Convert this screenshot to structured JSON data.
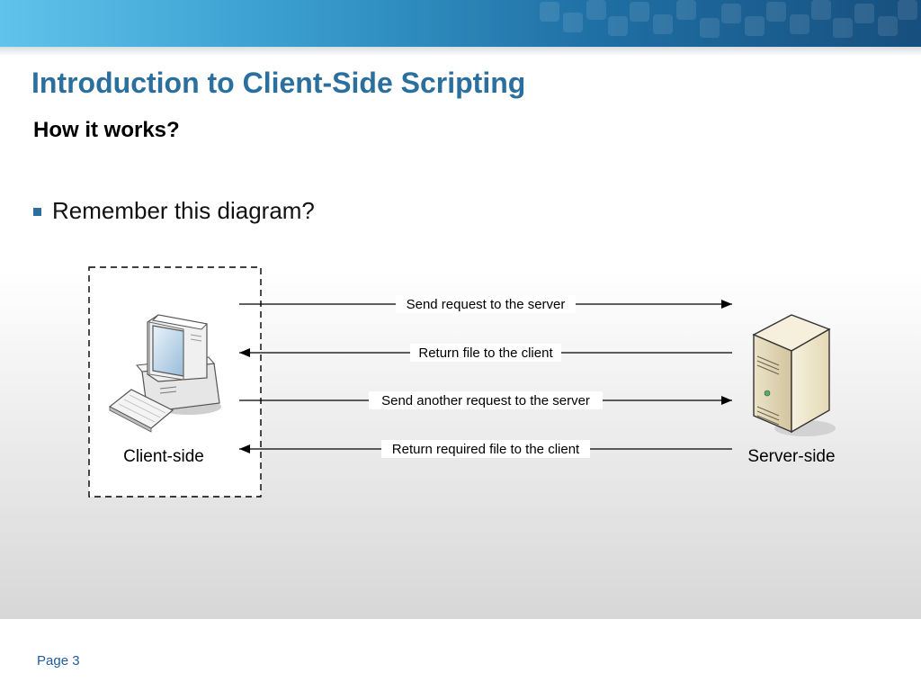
{
  "slide": {
    "title": "Introduction to Client-Side Scripting",
    "subtitle": "How it works?",
    "bullet": "Remember this diagram?"
  },
  "diagram": {
    "client_label": "Client-side",
    "server_label": "Server-side",
    "messages": [
      {
        "text": "Send request to the server",
        "direction": "to-server"
      },
      {
        "text": "Return file to the client",
        "direction": "to-client"
      },
      {
        "text": "Send another request to the server",
        "direction": "to-server"
      },
      {
        "text": "Return required file to the client",
        "direction": "to-client"
      }
    ],
    "icons": {
      "client": "desktop-computer-icon",
      "server": "server-tower-icon"
    }
  },
  "footer": {
    "page": "Page 3"
  },
  "colors": {
    "title": "#2a6f9d",
    "accent": "#2a6f9d",
    "page_number": "#1f5c9e"
  }
}
